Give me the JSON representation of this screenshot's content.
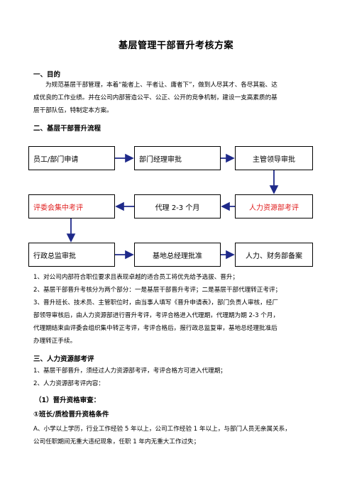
{
  "title": "基层管理干部晋升考核方案",
  "section1": {
    "heading": "一、目的",
    "lines": [
      "为规范基层干部管理，本着“能者上、平者让、庸者下”，做到人尽其才、各尽其能、达",
      "成优良的工作业绩。并在公司内部营造公平、公正、公开的竞争机制，建设一支高素质的基",
      "层干部队伍，特制定本方案。"
    ]
  },
  "section2": {
    "heading": "二、基层干部晋升流程",
    "flow": {
      "row1": [
        "员工/部门申请",
        "部门经理审批",
        "主管领导审批"
      ],
      "row2": [
        "评委会集中考评",
        "代理 2-3 个月",
        "人力资源部考评"
      ],
      "row3": [
        "行政总监审批",
        "基地总经理批准",
        "人力、财务部备案"
      ],
      "colors": {
        "highlight": "#e02020",
        "arrow": "#1f2a8a"
      }
    },
    "notes": [
      "1、对公司内部符合职位要求且表现卓越的适合员工将优先给予选拔、晋升；",
      "2、基层干部晋升考核分为两个部分：一是基层干部晋升考评；二是基层干部代理转正考评；",
      "3、晋升班长、技术员、主管职位时，由当事人填写《晋升申请表》，部门负责人审核，经厂",
      "部领导审核后，由人力资源部进行晋升考评，考评合格进入代理期，代理期为期 2-3 个月，",
      "代理期结束由评委会组织集中转正考评，考评合格后，报行政总监复审，基地总经理批准后",
      "办理转正手续。"
    ]
  },
  "section3": {
    "heading": "三、人力资源部考评",
    "items": [
      "1、基层干部晋升，须经过人力资源部考评，考评合格方可进入代理期；",
      "2、人力资源部考评内容："
    ],
    "sub_heading": "（1）晋升资格审查：",
    "sub_sub_heading": "①班长/质检晋升资格条件",
    "condition_lines": [
      "A、小学以上学历，行业工作经验 5 年以上，公司工作经验 1 年以上，与部门人员无亲属关系，",
      "公司任职期间无重大违纪现象，任职 1 年内无重大工作过失；"
    ]
  }
}
